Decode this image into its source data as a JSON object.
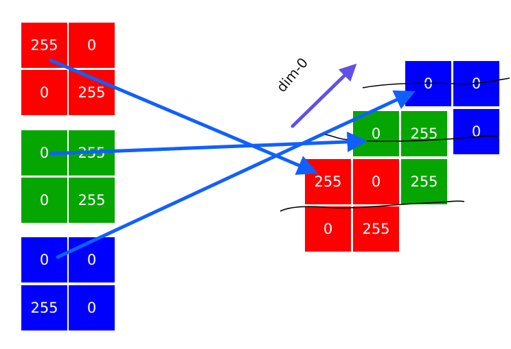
{
  "left_stack": {
    "red": [
      "255",
      "0",
      "0",
      "255"
    ],
    "green": [
      "0",
      "255",
      "0",
      "255"
    ],
    "blue": [
      "0",
      "0",
      "255",
      "0"
    ]
  },
  "right_stack": {
    "blue": [
      "0",
      "0",
      "",
      "0"
    ],
    "green": [
      "0",
      "255",
      "",
      "255"
    ],
    "red": [
      "255",
      "0",
      "0",
      "255"
    ]
  },
  "axis_label": "dim-0",
  "colors": {
    "red": "#ff0000",
    "green": "#06a600",
    "blue": "#0000ff",
    "arrow": "#1060ff",
    "axis_arrow": "#6050e8"
  }
}
